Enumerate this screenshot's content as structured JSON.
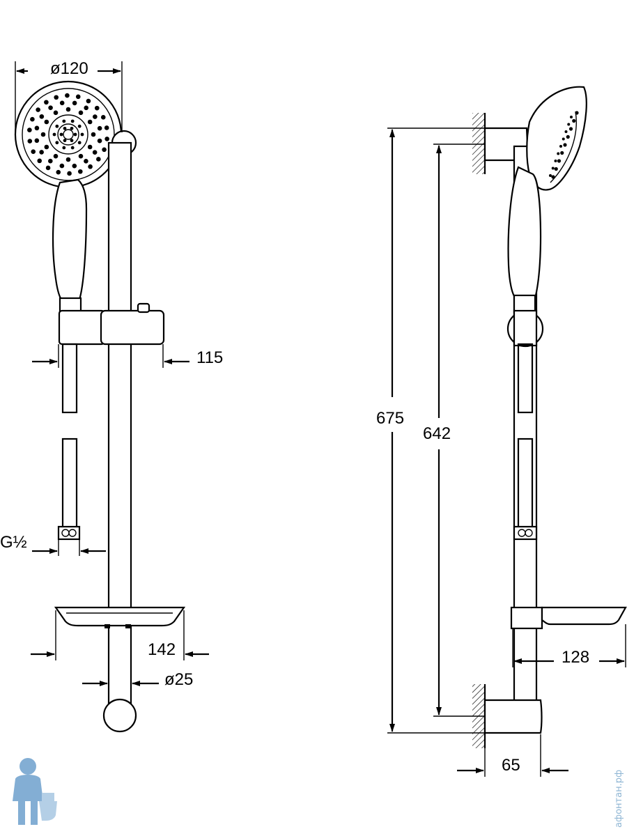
{
  "dimensions": {
    "head_diameter": "ø120",
    "slider_offset": "115",
    "thread": "G½",
    "dish_depth": "142",
    "rail_diameter": "ø25",
    "total_height": "675",
    "bracket_spacing": "642",
    "dish_projection": "128",
    "bracket_projection": "65"
  },
  "watermark": {
    "text": "афонтан.рф"
  },
  "colors": {
    "line": "#000000",
    "watermark": "#8fb6d4",
    "logo": "#5a93c6"
  }
}
